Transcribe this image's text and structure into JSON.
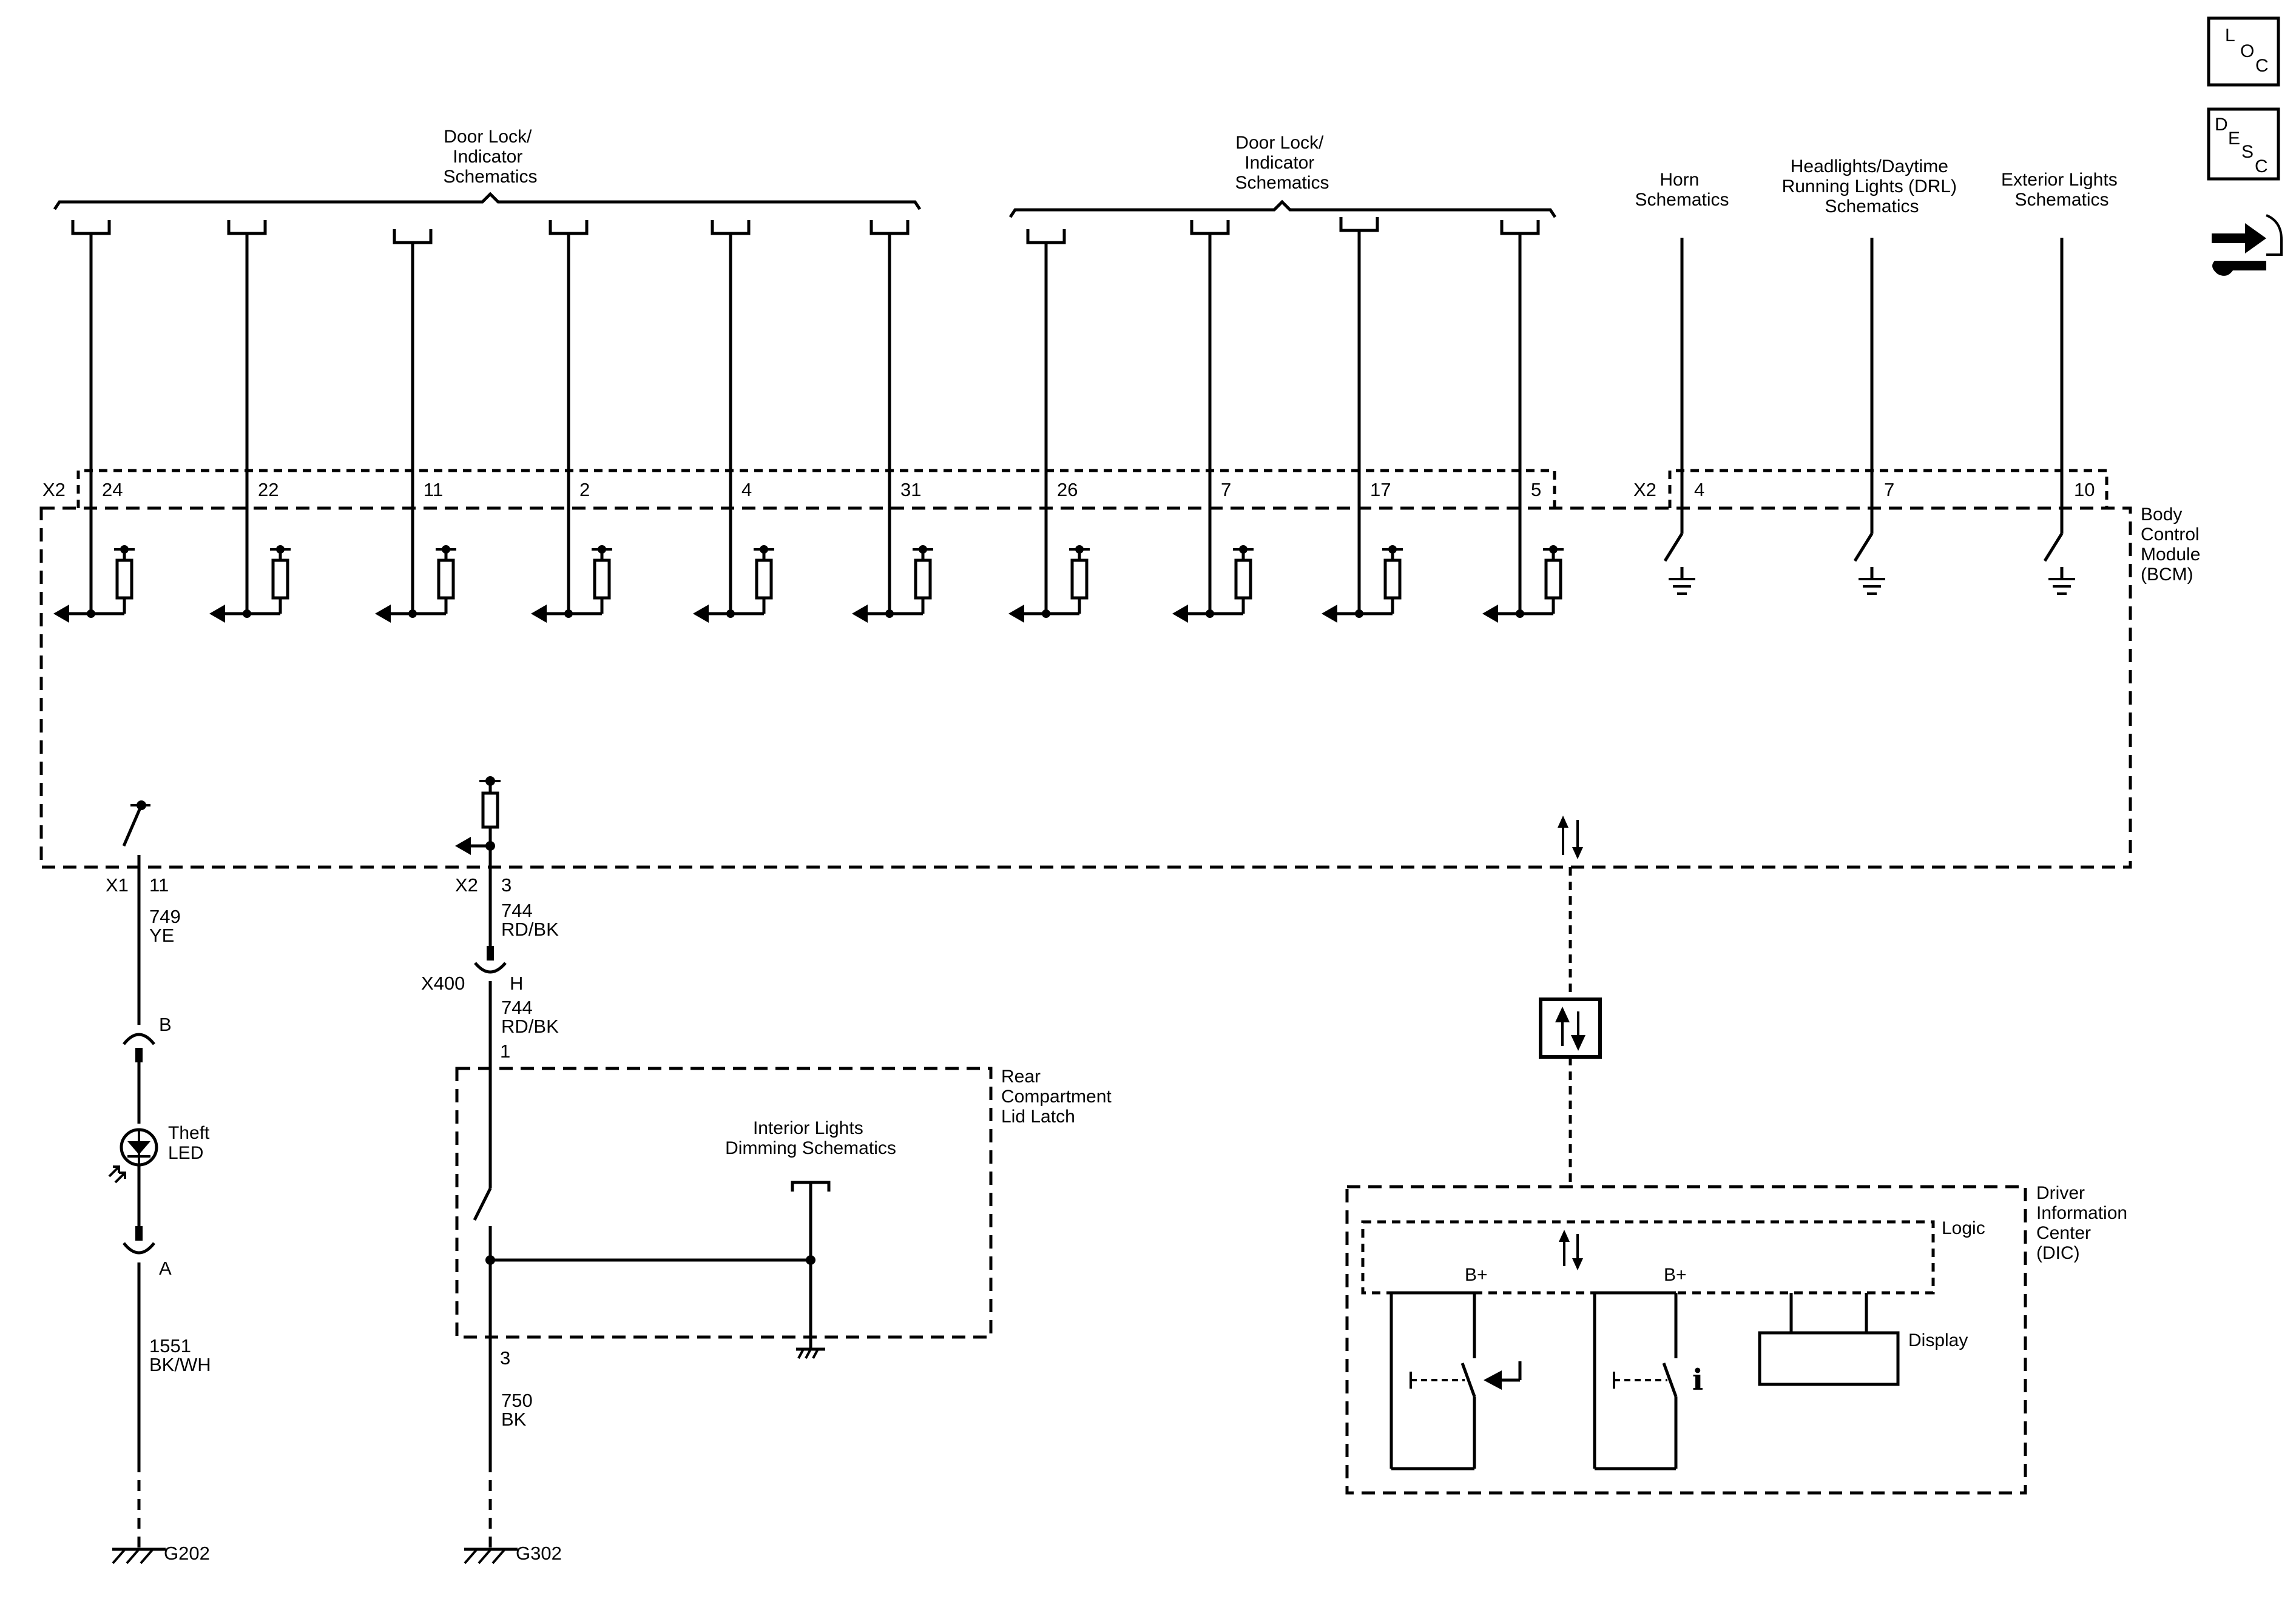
{
  "nav": {
    "loc_letters": [
      "L",
      "O",
      "C"
    ],
    "desc_letters": [
      "D",
      "E",
      "S",
      "C"
    ]
  },
  "callouts": {
    "door_lock_left": [
      "Door Lock/",
      "Indicator",
      "Schematics"
    ],
    "door_lock_right": [
      "Door Lock/",
      "Indicator",
      "Schematics"
    ],
    "horn": [
      "Horn",
      "Schematics"
    ],
    "headlights": [
      "Headlights/Daytime",
      "Running Lights (DRL)",
      "Schematics"
    ],
    "exterior_lights": [
      "Exterior Lights",
      "Schematics"
    ],
    "interior_lights": [
      "Interior Lights",
      "Dimming Schematics"
    ]
  },
  "bcm": {
    "name": [
      "Body",
      "Control",
      "Module",
      "(BCM)"
    ],
    "connector_a": "X2",
    "pins_a": [
      "24",
      "22",
      "11",
      "2",
      "4",
      "31",
      "26",
      "7",
      "17",
      "5"
    ],
    "connector_b": "X2",
    "pins_b": [
      "4",
      "7",
      "10"
    ],
    "theft_connector": "X1",
    "theft_pin": "11",
    "latch_connector": "X2",
    "latch_pin": "3"
  },
  "theft_circuit": {
    "wire_1": [
      "749",
      "YE"
    ],
    "pin_b": "B",
    "led_label": [
      "Theft",
      "LED"
    ],
    "pin_a": "A",
    "wire_2": [
      "1551",
      "BK/WH"
    ],
    "ground": "G202"
  },
  "latch_circuit": {
    "wire_1": [
      "744",
      "RD/BK"
    ],
    "inline_connector": "X400",
    "inline_pin": "H",
    "wire_2": [
      "744",
      "RD/BK"
    ],
    "latch_pin_in": "1",
    "latch_name": [
      "Rear",
      "Compartment",
      "Lid Latch"
    ],
    "latch_pin_out": "3",
    "wire_3": [
      "750",
      "BK"
    ],
    "ground": "G302"
  },
  "dic": {
    "name": [
      "Driver",
      "Information",
      "Center",
      "(DIC)"
    ],
    "logic_label": "Logic",
    "bplus_1": "B+",
    "bplus_2": "B+",
    "display_label": "Display",
    "info_glyph": "i"
  }
}
